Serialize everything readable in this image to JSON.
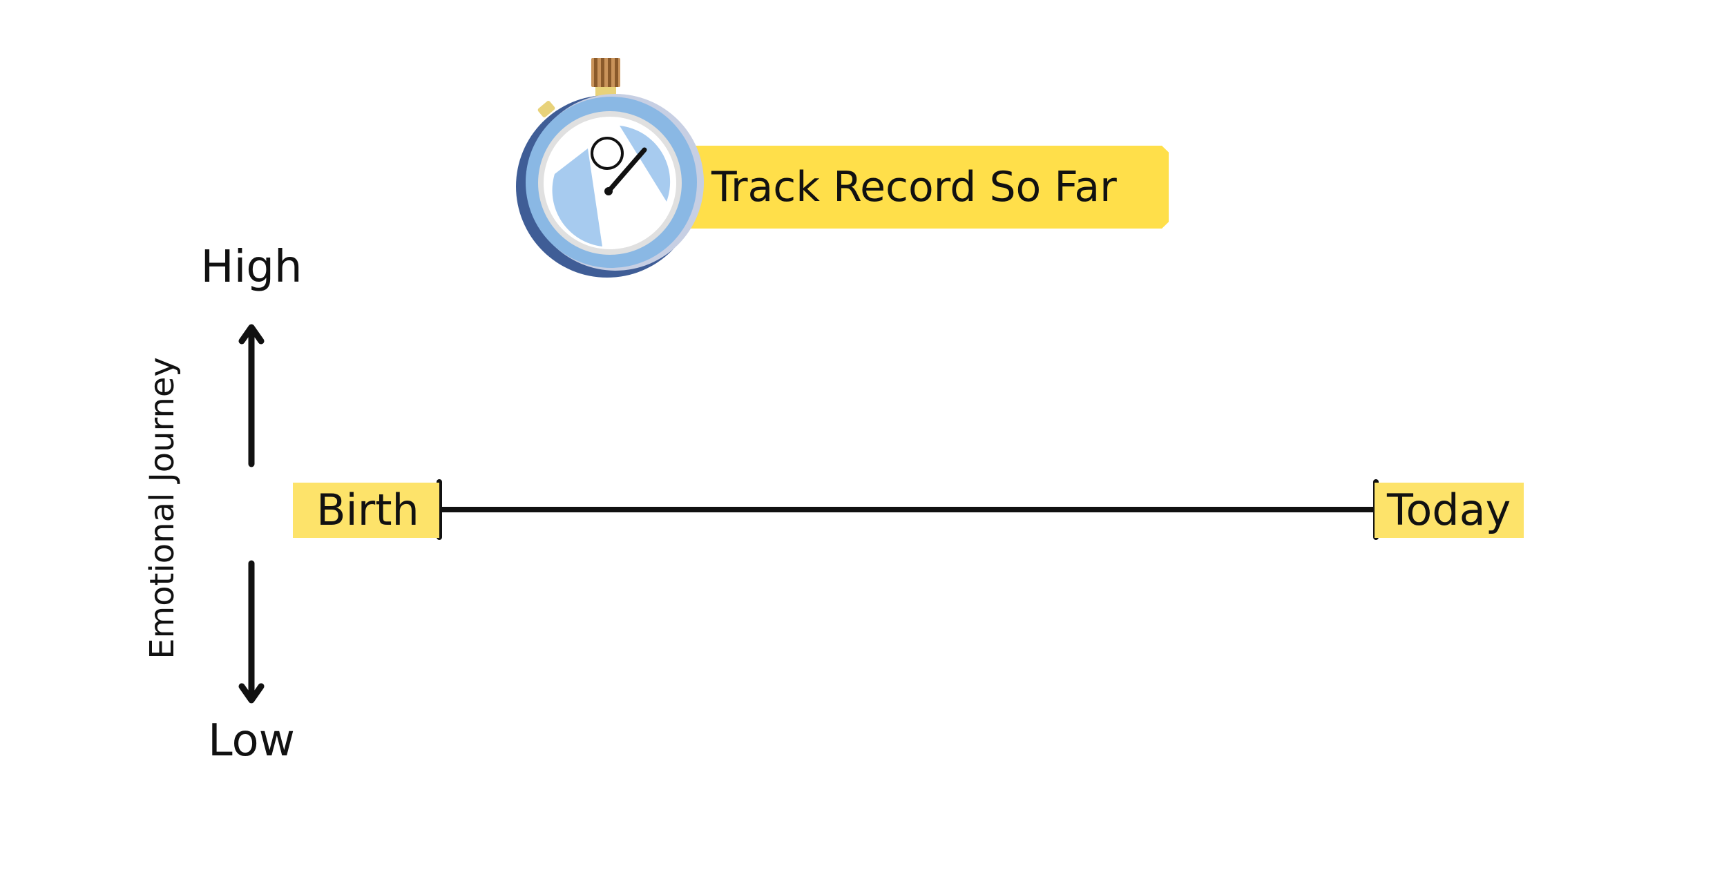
{
  "title": "Track Record So Far",
  "y_axis": {
    "label": "Emotional Journey",
    "top_label": "High",
    "bottom_label": "Low"
  },
  "timeline": {
    "start_label": "Birth",
    "end_label": "Today"
  },
  "icons": {
    "stopwatch": "stopwatch-icon",
    "up_arrow": "arrow-up-icon",
    "down_arrow": "arrow-down-icon"
  },
  "colors": {
    "banner": "#ffdf4a",
    "tag": "#fde36a",
    "watch_ring": "#8ab8e4",
    "watch_shadow": "#3f5d96",
    "watch_face_accent": "#a7cbef",
    "crown": "#c9935a",
    "line": "#111111"
  }
}
